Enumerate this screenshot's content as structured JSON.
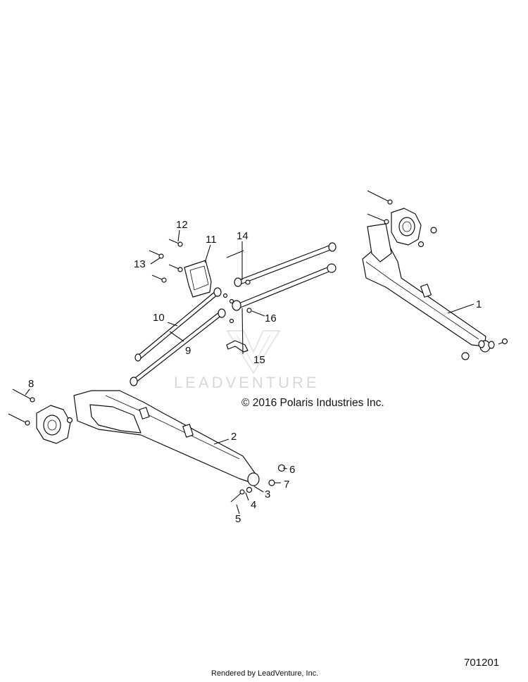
{
  "diagram": {
    "callouts": [
      "1",
      "2",
      "3",
      "4",
      "5",
      "6",
      "7",
      "8",
      "9",
      "10",
      "11",
      "12",
      "13",
      "14",
      "15",
      "16"
    ],
    "watermark": "LEADVENTURE",
    "copyright": "© 2016 Polaris Industries Inc.",
    "footer": "Rendered by LeadVenture, Inc.",
    "diagram_id": "701201"
  }
}
